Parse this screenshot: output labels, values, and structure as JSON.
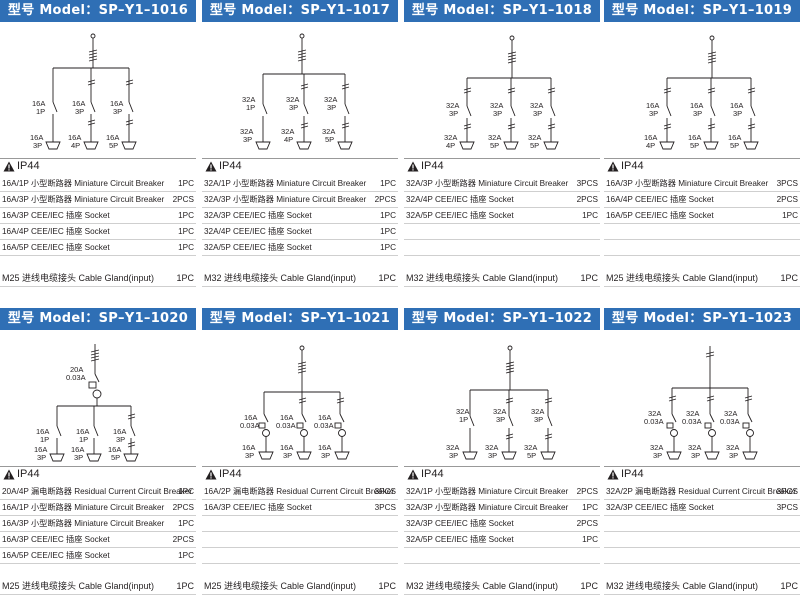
{
  "panels": [
    {
      "title": "型号 Model：SP–Y1–1016",
      "ip": "IP44",
      "rows": [
        {
          "desc": "16A/1P 小型断路器 Miniature Circuit Breaker",
          "qty": "1PC"
        },
        {
          "desc": "16A/3P 小型断路器 Miniature Circuit Breaker",
          "qty": "2PCS"
        },
        {
          "desc": "16A/3P CEE/IEC 插座 Socket",
          "qty": "1PC"
        },
        {
          "desc": "16A/4P CEE/IEC 插座 Socket",
          "qty": "1PC"
        },
        {
          "desc": "16A/5P CEE/IEC 插座 Socket",
          "qty": "1PC"
        }
      ],
      "gland": {
        "desc": "M25 进线电缆接头 Cable Gland(input)",
        "qty": "1PC"
      },
      "labels": {
        "b1": [
          "16A",
          "1P"
        ],
        "b2": [
          "16A",
          "3P"
        ],
        "b3": [
          "16A",
          "3P"
        ],
        "s1": [
          "16A",
          "3P"
        ],
        "s2": [
          "16A",
          "4P"
        ],
        "s3": [
          "16A",
          "5P"
        ]
      }
    },
    {
      "title": "型号 Model：SP–Y1–1017",
      "ip": "IP44",
      "rows": [
        {
          "desc": "32A/1P 小型断路器 Miniature Circuit Breaker",
          "qty": "1PC"
        },
        {
          "desc": "32A/3P 小型断路器 Miniature Circuit Breaker",
          "qty": "2PCS"
        },
        {
          "desc": "32A/3P CEE/IEC 插座 Socket",
          "qty": "1PC"
        },
        {
          "desc": "32A/4P CEE/IEC 插座 Socket",
          "qty": "1PC"
        },
        {
          "desc": "32A/5P CEE/IEC 插座 Socket",
          "qty": "1PC"
        }
      ],
      "gland": {
        "desc": "M32 进线电缆接头 Cable Gland(input)",
        "qty": "1PC"
      },
      "labels": {
        "b1": [
          "32A",
          "1P"
        ],
        "b2": [
          "32A",
          "3P"
        ],
        "b3": [
          "32A",
          "3P"
        ],
        "s1": [
          "32A",
          "3P"
        ],
        "s2": [
          "32A",
          "4P"
        ],
        "s3": [
          "32A",
          "5P"
        ]
      }
    },
    {
      "title": "型号 Model：SP–Y1–1018",
      "ip": "IP44",
      "rows": [
        {
          "desc": "32A/3P 小型断路器 Miniature Circuit Breaker",
          "qty": "3PCS"
        },
        {
          "desc": "32A/4P CEE/IEC 插座 Socket",
          "qty": "2PCS"
        },
        {
          "desc": "32A/5P CEE/IEC 插座 Socket",
          "qty": "1PC"
        },
        {
          "desc": "",
          "qty": ""
        },
        {
          "desc": "",
          "qty": ""
        }
      ],
      "gland": {
        "desc": "M32 进线电缆接头 Cable Gland(input)",
        "qty": "1PC"
      },
      "labels": {
        "b1": [
          "32A",
          "3P"
        ],
        "b2": [
          "32A",
          "3P"
        ],
        "b3": [
          "32A",
          "3P"
        ],
        "s1": [
          "32A",
          "4P"
        ],
        "s2": [
          "32A",
          "5P"
        ],
        "s3": [
          "32A",
          "5P"
        ]
      }
    },
    {
      "title": "型号 Model：SP–Y1–1019",
      "ip": "IP44",
      "rows": [
        {
          "desc": "16A/3P 小型断路器 Miniature Circuit Breaker",
          "qty": "3PCS"
        },
        {
          "desc": "16A/4P CEE/IEC 插座 Socket",
          "qty": "2PCS"
        },
        {
          "desc": "16A/5P CEE/IEC 插座 Socket",
          "qty": "1PC"
        },
        {
          "desc": "",
          "qty": ""
        },
        {
          "desc": "",
          "qty": ""
        }
      ],
      "gland": {
        "desc": "M25 进线电缆接头 Cable Gland(input)",
        "qty": "1PC"
      },
      "labels": {
        "b1": [
          "16A",
          "3P"
        ],
        "b2": [
          "16A",
          "3P"
        ],
        "b3": [
          "16A",
          "3P"
        ],
        "s1": [
          "16A",
          "4P"
        ],
        "s2": [
          "16A",
          "5P"
        ],
        "s3": [
          "16A",
          "5P"
        ]
      }
    },
    {
      "title": "型号 Model：SP–Y1–1020",
      "ip": "IP44",
      "rows": [
        {
          "desc": "20A/4P 漏电断路器 Residual Current Circuit Breaker",
          "qty": "1PC"
        },
        {
          "desc": "16A/1P 小型断路器 Miniature Circuit Breaker",
          "qty": "2PCS"
        },
        {
          "desc": "16A/3P 小型断路器 Miniature Circuit Breaker",
          "qty": "1PC"
        },
        {
          "desc": "16A/3P CEE/IEC 插座 Socket",
          "qty": "2PCS"
        },
        {
          "desc": "16A/5P CEE/IEC 插座 Socket",
          "qty": "1PC"
        }
      ],
      "gland": {
        "desc": "M25 进线电缆接头 Cable Gland(input)",
        "qty": "1PC"
      },
      "labels": {
        "rcd": [
          "20A",
          "0.03A"
        ],
        "b1": [
          "16A",
          "1P"
        ],
        "b2": [
          "16A",
          "1P"
        ],
        "b3": [
          "16A",
          "3P"
        ],
        "s1": [
          "16A",
          "3P"
        ],
        "s2": [
          "16A",
          "3P"
        ],
        "s3": [
          "16A",
          "5P"
        ]
      }
    },
    {
      "title": "型号 Model：SP–Y1–1021",
      "ip": "IP44",
      "rows": [
        {
          "desc": "16A/2P 漏电断路器 Residual Current Circuit Breaker",
          "qty": "3PCS"
        },
        {
          "desc": "16A/3P CEE/IEC 插座 Socket",
          "qty": "3PCS"
        },
        {
          "desc": "",
          "qty": ""
        },
        {
          "desc": "",
          "qty": ""
        },
        {
          "desc": "",
          "qty": ""
        }
      ],
      "gland": {
        "desc": "M25 进线电缆接头 Cable Gland(input)",
        "qty": "1PC"
      },
      "labels": {
        "b1": [
          "16A",
          "0.03A"
        ],
        "b2": [
          "16A",
          "0.03A"
        ],
        "b3": [
          "16A",
          "0.03A"
        ],
        "s1": [
          "16A",
          "3P"
        ],
        "s2": [
          "16A",
          "3P"
        ],
        "s3": [
          "16A",
          "3P"
        ]
      }
    },
    {
      "title": "型号 Model：SP–Y1–1022",
      "ip": "IP44",
      "rows": [
        {
          "desc": "32A/1P 小型断路器 Miniature Circuit Breaker",
          "qty": "2PCS"
        },
        {
          "desc": "32A/3P 小型断路器 Miniature Circuit Breaker",
          "qty": "1PC"
        },
        {
          "desc": "32A/3P CEE/IEC 插座 Socket",
          "qty": "2PCS"
        },
        {
          "desc": "32A/5P CEE/IEC 插座 Socket",
          "qty": "1PC"
        },
        {
          "desc": "",
          "qty": ""
        }
      ],
      "gland": {
        "desc": "M32 进线电缆接头 Cable Gland(input)",
        "qty": "1PC"
      },
      "labels": {
        "b1": [
          "32A",
          "1P"
        ],
        "b2": [
          "32A",
          "3P"
        ],
        "b3": [
          "32A",
          "3P"
        ],
        "s1": [
          "32A",
          "3P"
        ],
        "s2": [
          "32A",
          "3P"
        ],
        "s3": [
          "32A",
          "5P"
        ]
      }
    },
    {
      "title": "型号 Model：SP–Y1–1023",
      "ip": "IP44",
      "rows": [
        {
          "desc": "32A/2P 漏电断路器 Residual Current Circuit Breaker",
          "qty": "3PCS"
        },
        {
          "desc": "32A/3P CEE/IEC 插座 Socket",
          "qty": "3PCS"
        },
        {
          "desc": "",
          "qty": ""
        },
        {
          "desc": "",
          "qty": ""
        },
        {
          "desc": "",
          "qty": ""
        }
      ],
      "gland": {
        "desc": "M32 进线电缆接头 Cable Gland(input)",
        "qty": "1PC"
      },
      "labels": {
        "b1": [
          "32A",
          "0.03A"
        ],
        "b2": [
          "32A",
          "0.03A"
        ],
        "b3": [
          "32A",
          "0.03A"
        ],
        "s1": [
          "32A",
          "3P"
        ],
        "s2": [
          "32A",
          "3P"
        ],
        "s3": [
          "32A",
          "3P"
        ]
      }
    }
  ]
}
